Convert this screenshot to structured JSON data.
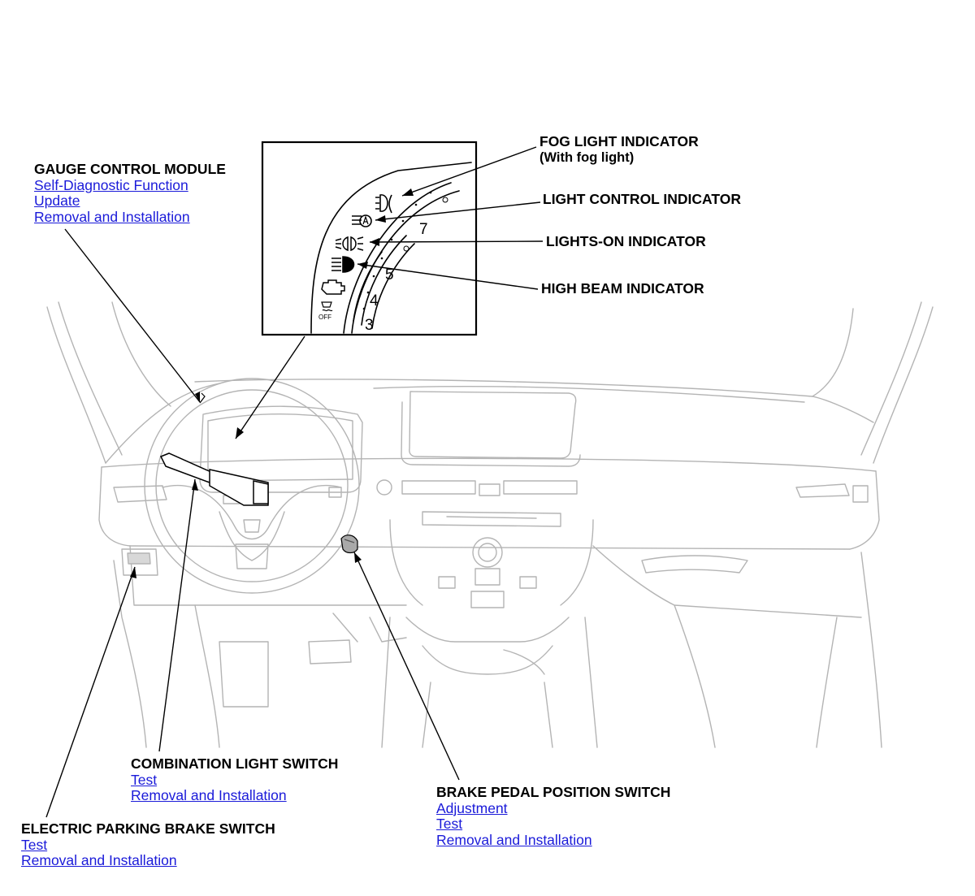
{
  "gauge_control_module": {
    "title": "GAUGE CONTROL MODULE",
    "links": [
      "Self-Diagnostic Function",
      "Update",
      "Removal and Installation"
    ]
  },
  "indicators": {
    "fog_light": "FOG LIGHT INDICATOR",
    "fog_light_note": "(With fog light)",
    "light_control": "LIGHT CONTROL INDICATOR",
    "lights_on": "LIGHTS-ON INDICATOR",
    "high_beam": "HIGH BEAM INDICATOR"
  },
  "gauge": {
    "numbers": [
      "7",
      "4",
      "3",
      "5"
    ],
    "off_label": "OFF"
  },
  "combination_light_switch": {
    "title": "COMBINATION LIGHT SWITCH",
    "links": [
      "Test",
      "Removal and Installation"
    ]
  },
  "electric_parking_brake_switch": {
    "title": "ELECTRIC PARKING BRAKE SWITCH",
    "links": [
      "Test",
      "Removal and Installation"
    ]
  },
  "brake_pedal_position_switch": {
    "title": "BRAKE PEDAL POSITION SWITCH",
    "links": [
      "Adjustment",
      "Test",
      "Removal and Installation"
    ]
  },
  "colors": {
    "link": "#1a1ad9",
    "text": "#000000",
    "line_art": "#b4b4b4"
  }
}
